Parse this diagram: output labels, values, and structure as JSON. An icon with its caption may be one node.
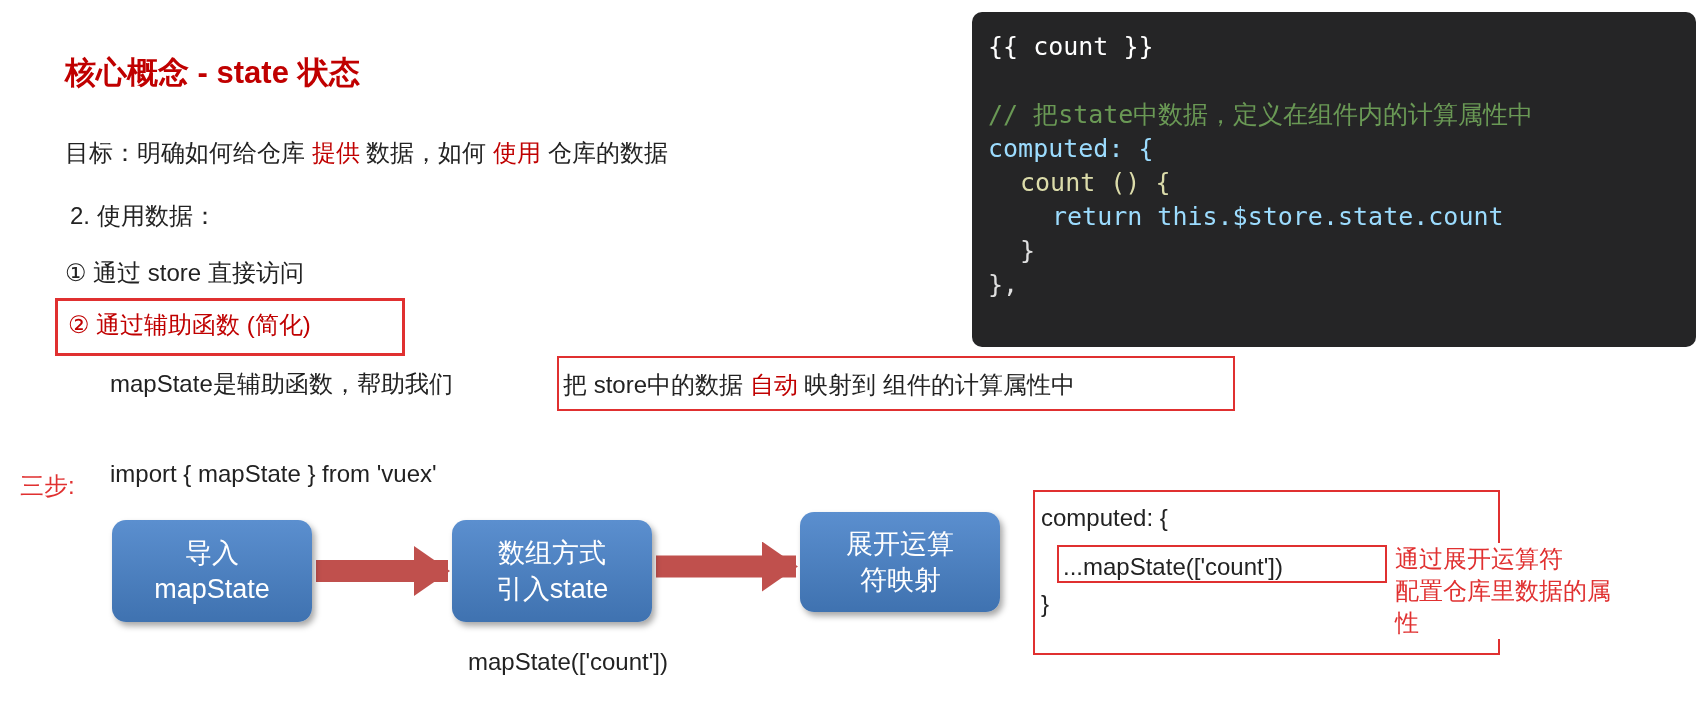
{
  "diagram": {
    "title": "核心概念 - state 状态",
    "nodes": [
      {
        "text": [
          "{{ count }}",
          "// 把state中数据，定义在组件内的计算属性中",
          "computed: {",
          "count () {",
          "return this.$store.state.count",
          "}",
          "},"
        ]
      },
      {
        "text": [
          "② 通过辅助函数 (简化)"
        ]
      },
      {
        "text": [
          "把 store中的数据 **自动** 映射到 组件的计算属性中"
        ]
      },
      {
        "text": [
          "导入 mapState"
        ]
      },
      {
        "text": [
          "数组方式引入state"
        ],
        "beside": [
          "mapState(['count'])"
        ]
      },
      {
        "text": [
          "展开运算符映射"
        ]
      },
      {
        "text": [
          "computed: {",
          "}"
        ]
      },
      {
        "text": [
          "...mapState(['count'])"
        ],
        "in": 6,
        "beside": [
          "通过展开运算符配置仓库里数据的属性"
        ]
      }
    ],
    "edges": [
      {
        "from": 3,
        "to": 4,
        "arrow": "to"
      },
      {
        "from": 4,
        "to": 5,
        "arrow": "to"
      }
    ],
    "labels": [
      "目标：明确如何给仓库 **提供** 数据，如何 **使用** 仓库的数据",
      "2. 使用数据：",
      "① 通过 store 直接访问",
      "mapState是辅助函数，帮助我们",
      "三步:",
      "import { mapState } from 'vuex'"
    ]
  }
}
